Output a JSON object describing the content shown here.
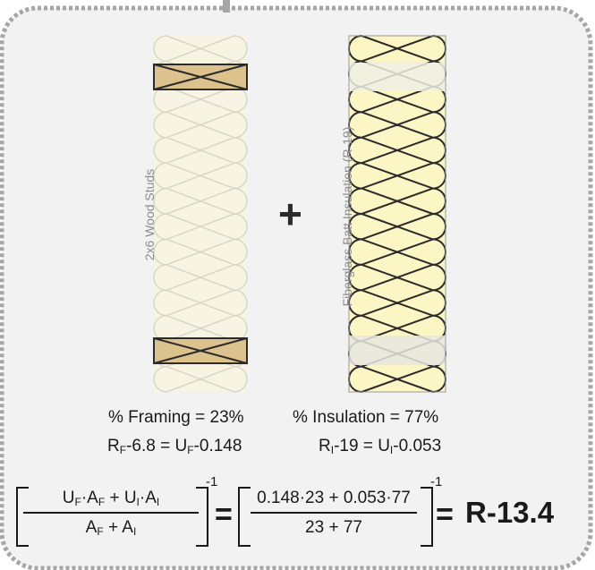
{
  "labels": {
    "studs": "2x6 Wood Studs",
    "insulation": "Fiberglass Batt Insulation (R-19)",
    "plus": "+"
  },
  "framing": {
    "pct": "% Framing = 23%",
    "r_prefix": "R",
    "r_sub": "F",
    "r_value": "-6.8 = U",
    "u_sub": "F",
    "u_value": "-0.148"
  },
  "insulation": {
    "pct": "% Insulation = 77%",
    "r_prefix": "R",
    "r_sub": "I",
    "r_value": "-19 = U",
    "u_sub": "I",
    "u_value": "-0.053"
  },
  "formula": {
    "n1": "U",
    "n1s": "F",
    "n2": "·A",
    "n2s": "F",
    "n3": " + U",
    "n3s": "I",
    "n4": "·A",
    "n4s": "I",
    "d1": "A",
    "d1s": "F",
    "d2": " + A",
    "d2s": "I",
    "exponent": "-1",
    "equals": "=",
    "num2": "0.148·23 + 0.053·77",
    "den2": "23 + 77",
    "exponent2": "-1",
    "equals2": "=",
    "result": "R-13.4"
  },
  "colors": {
    "frame": "#a6a6a6",
    "panel": "#f2f2f2",
    "wood": "#dcc38e",
    "batt_faded": "#f7f4e3",
    "batt": "#fcf6c4",
    "line": "#2b2b2b"
  }
}
